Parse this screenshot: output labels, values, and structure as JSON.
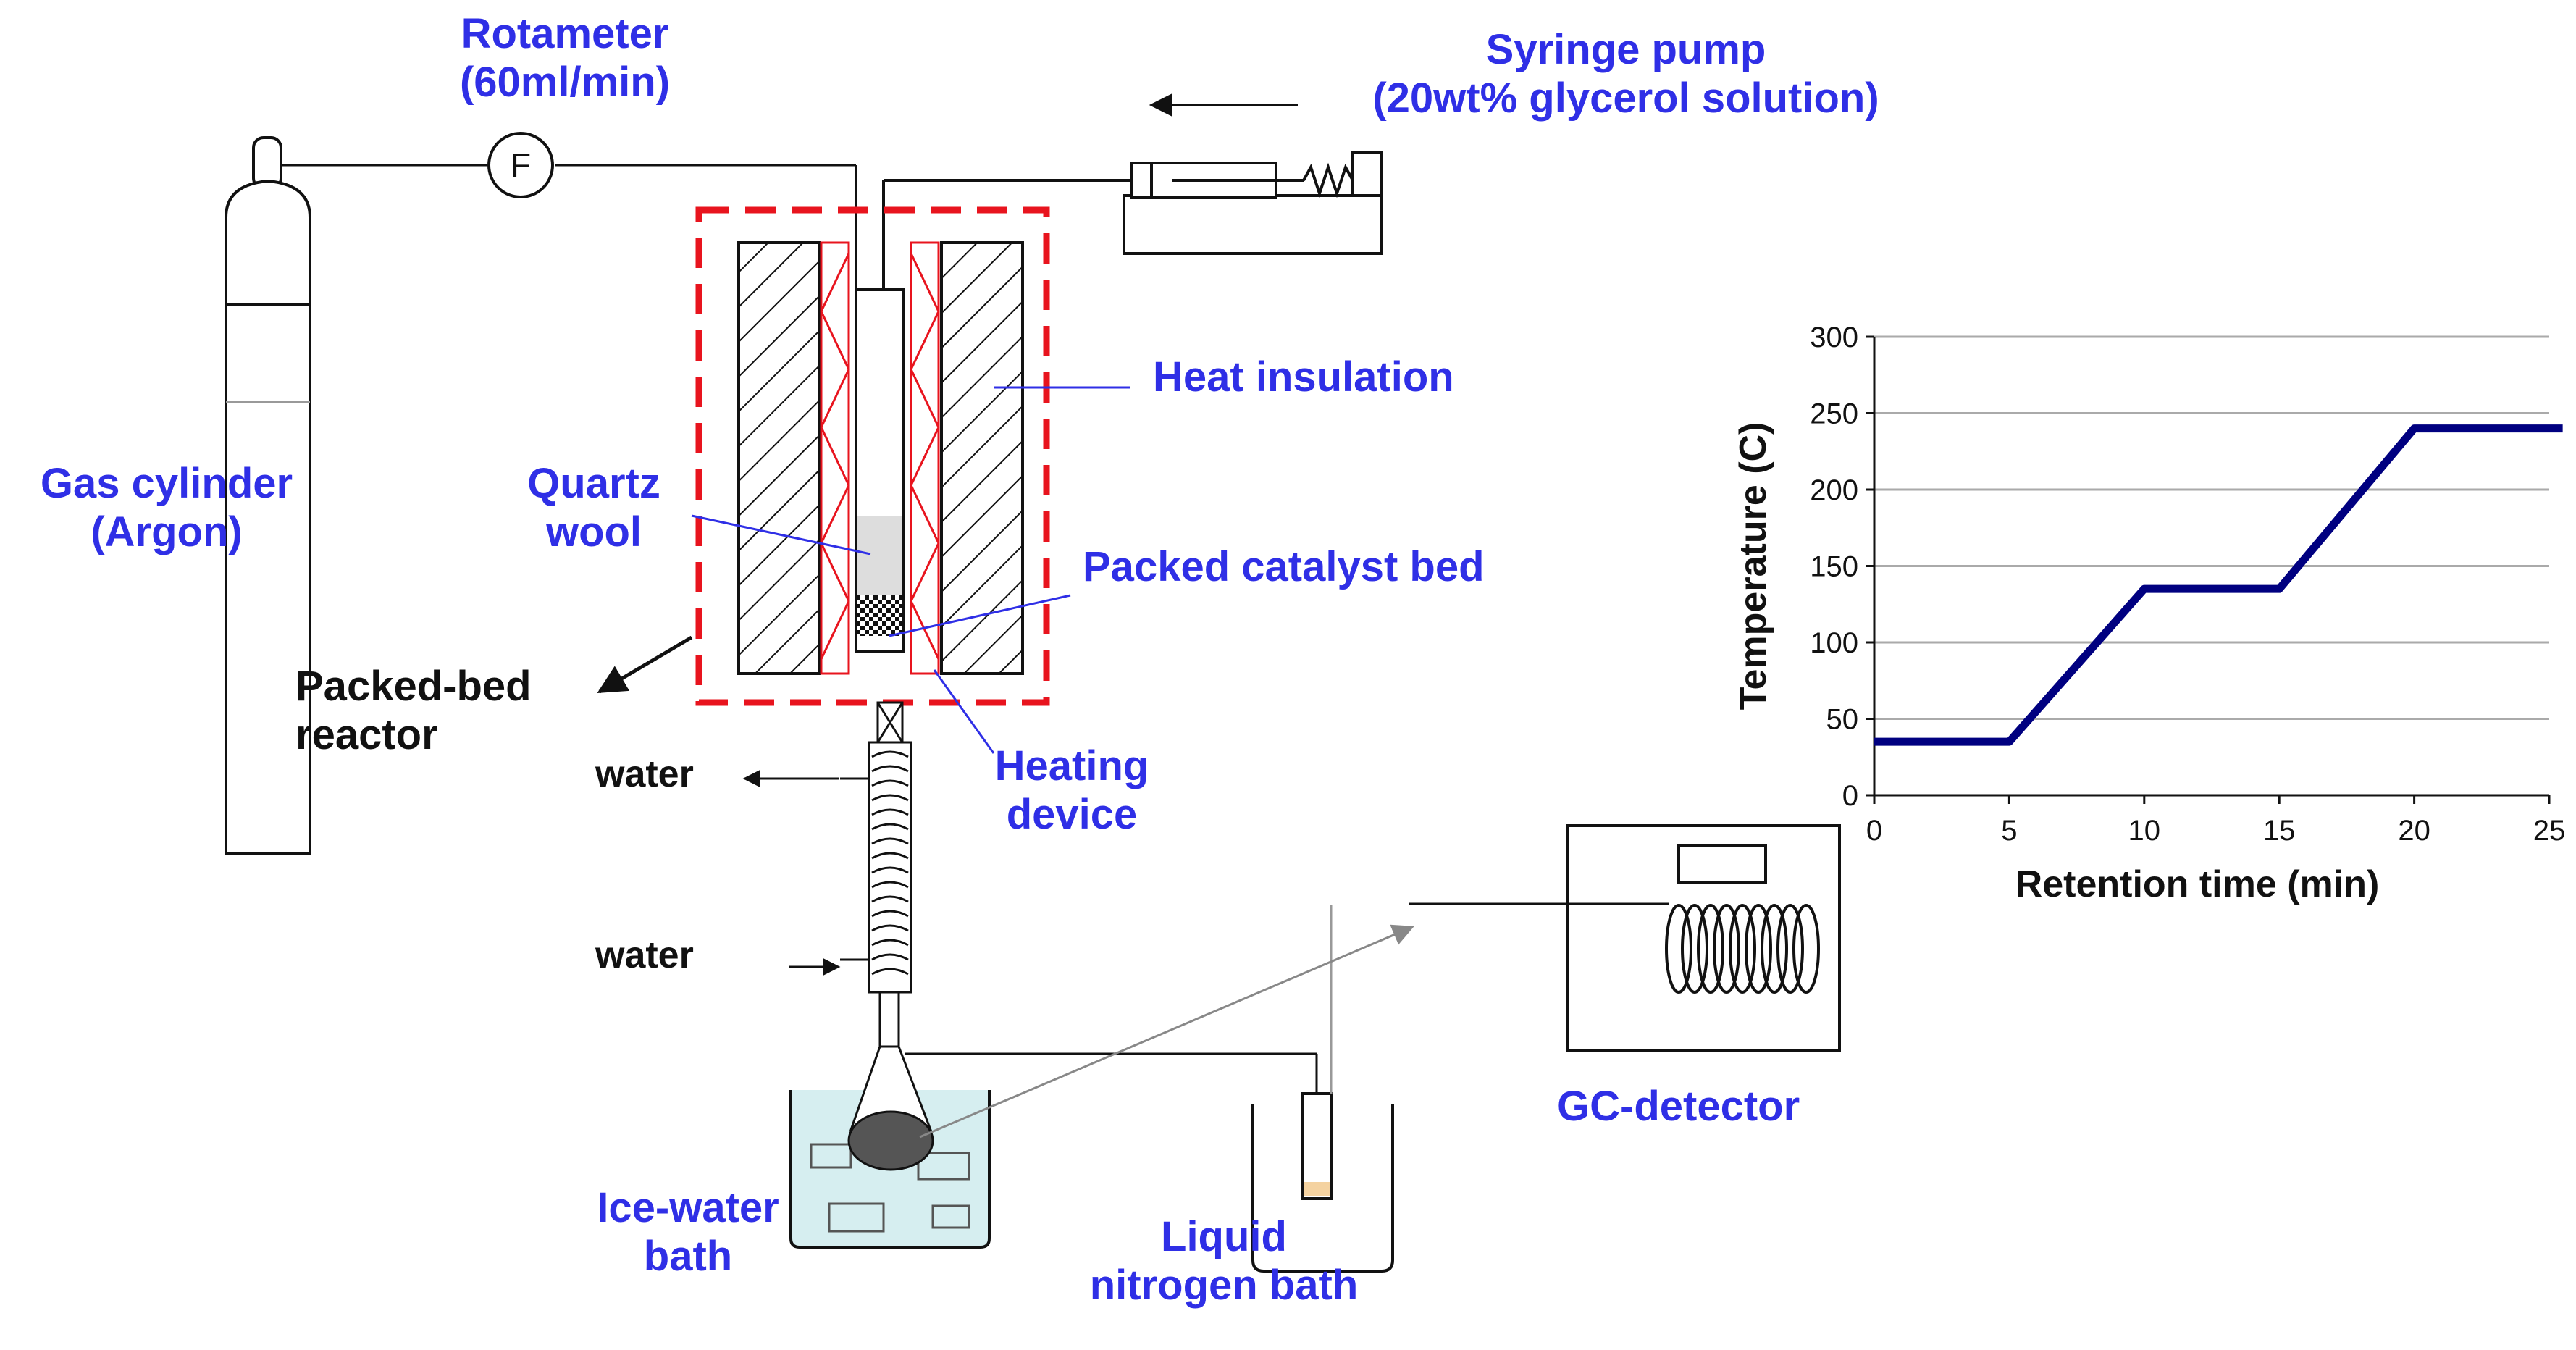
{
  "labels": {
    "rotameter": [
      "Rotameter",
      "(60ml/min)"
    ],
    "flowmeter_symbol": "F",
    "syringe_pump": [
      "Syringe pump",
      "(20wt% glycerol solution)"
    ],
    "gas_cylinder": [
      "Gas cylinder",
      "(Argon)"
    ],
    "heat_insulation": "Heat insulation",
    "quartz_wool": [
      "Quartz",
      "wool"
    ],
    "packed_catalyst_bed": "Packed catalyst bed",
    "packed_bed_reactor": [
      "Packed-bed",
      "reactor"
    ],
    "water_out": "water",
    "water_in": "water",
    "heating_device": [
      "Heating",
      "device"
    ],
    "ice_water_bath": [
      "Ice-water",
      "bath"
    ],
    "liquid_nitrogen_bath": [
      "Liquid",
      "nitrogen bath"
    ],
    "gc_detector": "GC-detector"
  },
  "colors": {
    "label_blue": "#2f2fe6",
    "reactor_outline": "#e8141e",
    "heater_coil": "#e8141e",
    "curve": "#000080",
    "ice_bath": "#d6eef0",
    "sample": "#f4d2a0"
  },
  "chart_data": {
    "type": "line",
    "xlabel": "Retention time (min)",
    "ylabel": "Temperature (C)",
    "xlim": [
      0,
      25
    ],
    "ylim": [
      0,
      300
    ],
    "x_ticks": [
      0,
      5,
      10,
      15,
      20,
      25
    ],
    "y_ticks": [
      0,
      50,
      100,
      150,
      200,
      250,
      300
    ],
    "grid": "horizontal",
    "series": [
      {
        "x": [
          0,
          5,
          10,
          15,
          20,
          25.5
        ],
        "y": [
          35,
          35,
          135,
          135,
          240,
          240
        ]
      }
    ]
  }
}
